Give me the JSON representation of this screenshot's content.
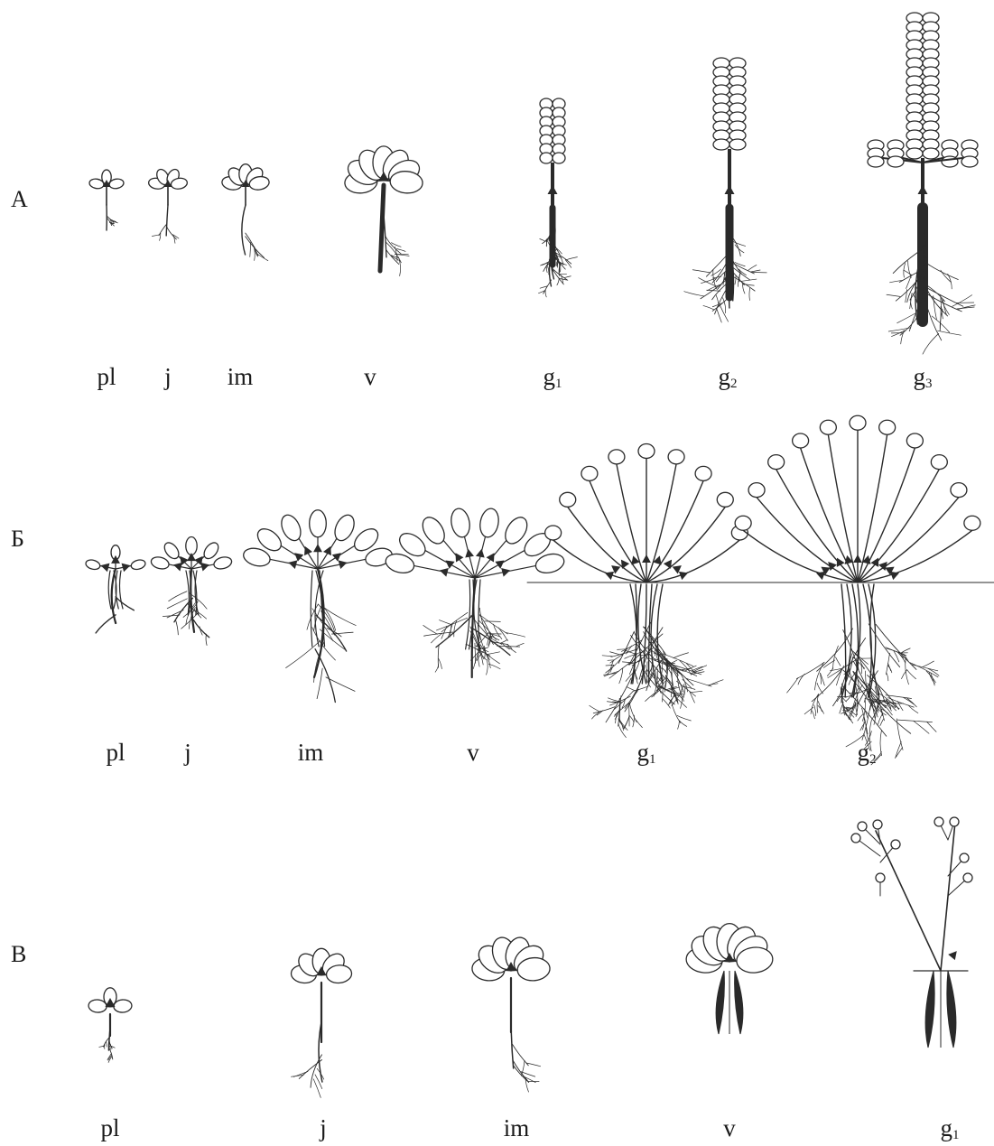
{
  "rows": [
    {
      "letter": "А",
      "stages": [
        {
          "code": "pl",
          "sub": ""
        },
        {
          "code": "j",
          "sub": ""
        },
        {
          "code": "im",
          "sub": ""
        },
        {
          "code": "v",
          "sub": ""
        },
        {
          "code": "g",
          "sub": "1"
        },
        {
          "code": "g",
          "sub": "2"
        },
        {
          "code": "g",
          "sub": "3"
        }
      ]
    },
    {
      "letter": "Б",
      "stages": [
        {
          "code": "pl",
          "sub": ""
        },
        {
          "code": "j",
          "sub": ""
        },
        {
          "code": "im",
          "sub": ""
        },
        {
          "code": "v",
          "sub": ""
        },
        {
          "code": "g",
          "sub": "1"
        },
        {
          "code": "g",
          "sub": "2"
        }
      ]
    },
    {
      "letter": "В",
      "stages": [
        {
          "code": "pl",
          "sub": ""
        },
        {
          "code": "j",
          "sub": ""
        },
        {
          "code": "im",
          "sub": ""
        },
        {
          "code": "v",
          "sub": ""
        },
        {
          "code": "g",
          "sub": "1"
        }
      ]
    }
  ],
  "ink_color": "#2a2a2a"
}
